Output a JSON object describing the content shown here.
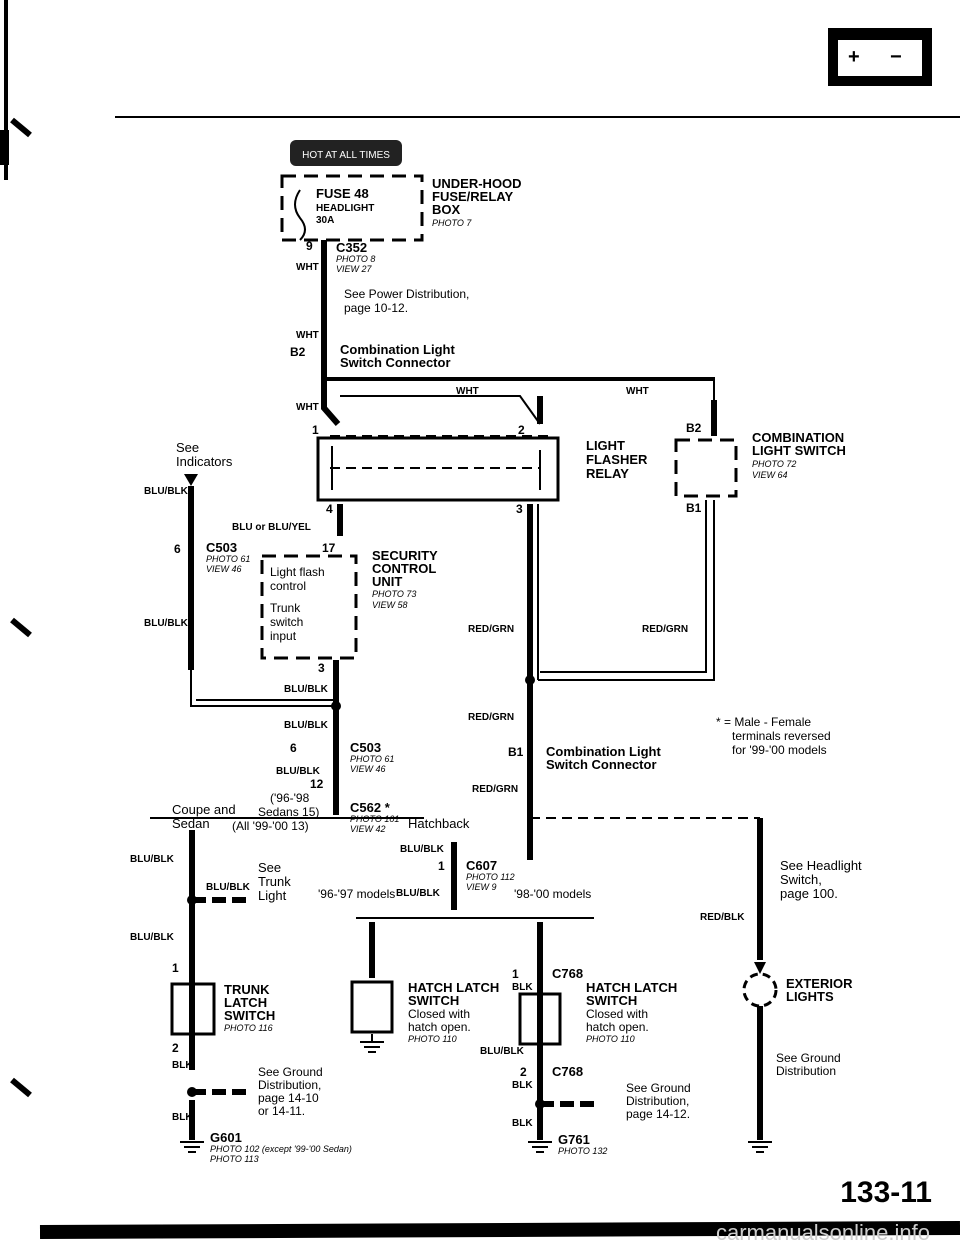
{
  "hot_badge": "HOT AT ALL TIMES",
  "page_number": "133-11",
  "watermark": "carmanualsonline.info",
  "fuse_box": {
    "fuse": "FUSE 48",
    "fuse_sub": "HEADLIGHT",
    "amp": "30A",
    "name1": "UNDER-HOOD",
    "name2": "FUSE/RELAY",
    "name3": "BOX",
    "photo": "PHOTO 7"
  },
  "c352": {
    "pin": "9",
    "name": "C352",
    "photo": "PHOTO 8",
    "view": "VIEW 27"
  },
  "power_dist": {
    "line1": "See Power Distribution,",
    "line2": "page 10-12."
  },
  "comb_conn_top": {
    "pin": "B2",
    "line1": "Combination Light",
    "line2": "Switch Connector"
  },
  "wire_colors": {
    "wht": "WHT",
    "blublk": "BLU/BLK",
    "redgrn": "RED/GRN",
    "redblk": "RED/BLK",
    "blk": "BLK",
    "blu_or": "BLU or BLU/YEL"
  },
  "relay": {
    "line1": "LIGHT",
    "line2": "FLASHER",
    "line3": "RELAY",
    "pin1": "1",
    "pin2": "2",
    "pin3": "3",
    "pin4": "4"
  },
  "comb_switch": {
    "pin_top": "B2",
    "pin_bot": "B1",
    "line1": "COMBINATION",
    "line2": "LIGHT SWITCH",
    "photo": "PHOTO 72",
    "view": "VIEW 64"
  },
  "see_indicators": {
    "line1": "See",
    "line2": "Indicators"
  },
  "c503_a": {
    "pin": "6",
    "name": "C503",
    "photo": "PHOTO 61",
    "view": "VIEW 46"
  },
  "security": {
    "pin_top": "17",
    "pin_bot": "3",
    "in1a": "Light flash",
    "in1b": "control",
    "in2a": "Trunk",
    "in2b": "switch",
    "in2c": "input",
    "name1": "SECURITY",
    "name2": "CONTROL",
    "name3": "UNIT",
    "photo": "PHOTO 73",
    "view": "VIEW 58"
  },
  "c503_b": {
    "pin": "6",
    "name": "C503",
    "photo": "PHOTO 61",
    "view": "VIEW 46",
    "pin12": "12",
    "yrs": "('96-'98",
    "sedans": "Sedans 15)",
    "all": "(All '99-'00 13)"
  },
  "coupe": {
    "line1": "Coupe and",
    "line2": "Sedan"
  },
  "c562": {
    "name": "C562 *",
    "photo": "PHOTO 101",
    "view": "VIEW 42",
    "hatch": "Hatchback"
  },
  "comb_conn_b1": {
    "pin": "B1",
    "line1": "Combination Light",
    "line2": "Switch Connector"
  },
  "note": {
    "line1": "* = Male - Female",
    "line2": "terminals reversed",
    "line3": "for '99-'00 models"
  },
  "c607": {
    "pin": "1",
    "name": "C607",
    "photo": "PHOTO 112",
    "view": "VIEW 9",
    "m9697": "'96-'97 models",
    "m9800": "'98-'00 models"
  },
  "see_trunk": {
    "line1": "See",
    "line2": "Trunk",
    "line3": "Light"
  },
  "see_headlight": {
    "line1": "See Headlight",
    "line2": "Switch,",
    "line3": "page 100."
  },
  "trunk_latch": {
    "pin1": "1",
    "pin2": "2",
    "line1": "TRUNK",
    "line2": "LATCH",
    "line3": "SWITCH",
    "photo": "PHOTO 116"
  },
  "hatch_a": {
    "line1": "HATCH LATCH",
    "line2": "SWITCH",
    "line3": "Closed with",
    "line4": "hatch open.",
    "photo": "PHOTO 110"
  },
  "hatch_b": {
    "line1": "HATCH LATCH",
    "line2": "SWITCH",
    "line3": "Closed with",
    "line4": "hatch open.",
    "photo": "PHOTO 110"
  },
  "c768_a": {
    "pin": "1",
    "name": "C768"
  },
  "c768_b": {
    "pin": "2",
    "name": "C768"
  },
  "exterior": {
    "line1": "EXTERIOR",
    "line2": "LIGHTS"
  },
  "ground1": {
    "line1": "See Ground",
    "line2": "Distribution,",
    "line3": "page 14-10",
    "line4": "or 14-11."
  },
  "ground2": {
    "line1": "See Ground",
    "line2": "Distribution,",
    "line3": "page 14-12."
  },
  "ground3": {
    "line1": "See Ground",
    "line2": "Distribution"
  },
  "g601": {
    "name": "G601",
    "photo1": "PHOTO 102 (except '99-'00 Sedan)",
    "photo2": "PHOTO 113"
  },
  "g761": {
    "name": "G761",
    "photo": "PHOTO 132"
  }
}
